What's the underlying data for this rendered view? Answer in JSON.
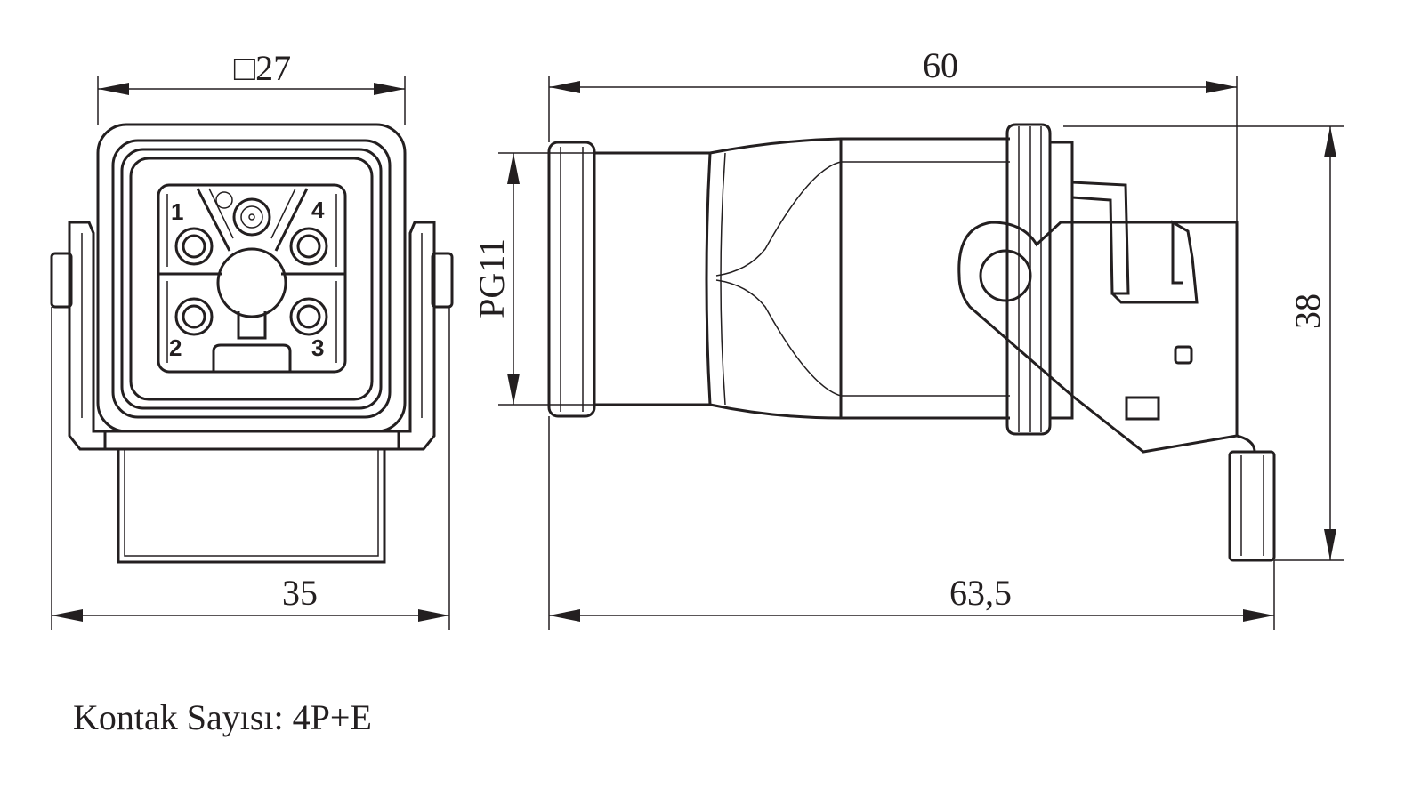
{
  "dimensions": {
    "front_width": "□27",
    "front_overall_width": "35",
    "side_length": "60",
    "side_overall_length": "63,5",
    "cable_gland": "PG11",
    "height": "38"
  },
  "contacts": {
    "pin1": "1",
    "pin2": "2",
    "pin3": "3",
    "pin4": "4"
  },
  "caption": "Kontak Sayısı: 4P+E"
}
